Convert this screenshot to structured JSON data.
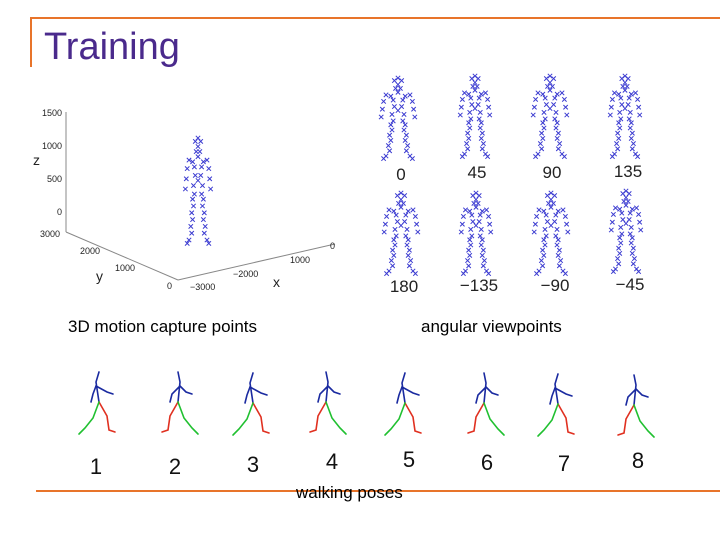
{
  "slide": {
    "title": "Training",
    "captions": {
      "mocap": "3D motion capture points",
      "angular": "angular viewpoints",
      "walking": "walking poses"
    }
  },
  "mocap_plot": {
    "z_label": "z",
    "y_label": "y",
    "x_label": "x",
    "z_ticks": [
      "1500",
      "1000",
      "500",
      "0"
    ],
    "y_ticks": [
      "3000",
      "2000",
      "1000",
      "0"
    ],
    "x_ticks": [
      "−3000",
      "−2000",
      "1000",
      "0"
    ]
  },
  "viewpoints": {
    "top_row": [
      "0",
      "45",
      "90",
      "135"
    ],
    "bottom_row": [
      "180",
      "−135",
      "−90",
      "−45"
    ]
  },
  "poses": [
    "1",
    "2",
    "3",
    "4",
    "5",
    "6",
    "7",
    "8"
  ],
  "colors": {
    "frame": "#e8742a",
    "title": "#4a2a8c",
    "points": "#3a3ad0",
    "stick_upper": "#1a2aa0",
    "stick_left_leg": "#e03020",
    "stick_right_leg": "#20c030"
  }
}
